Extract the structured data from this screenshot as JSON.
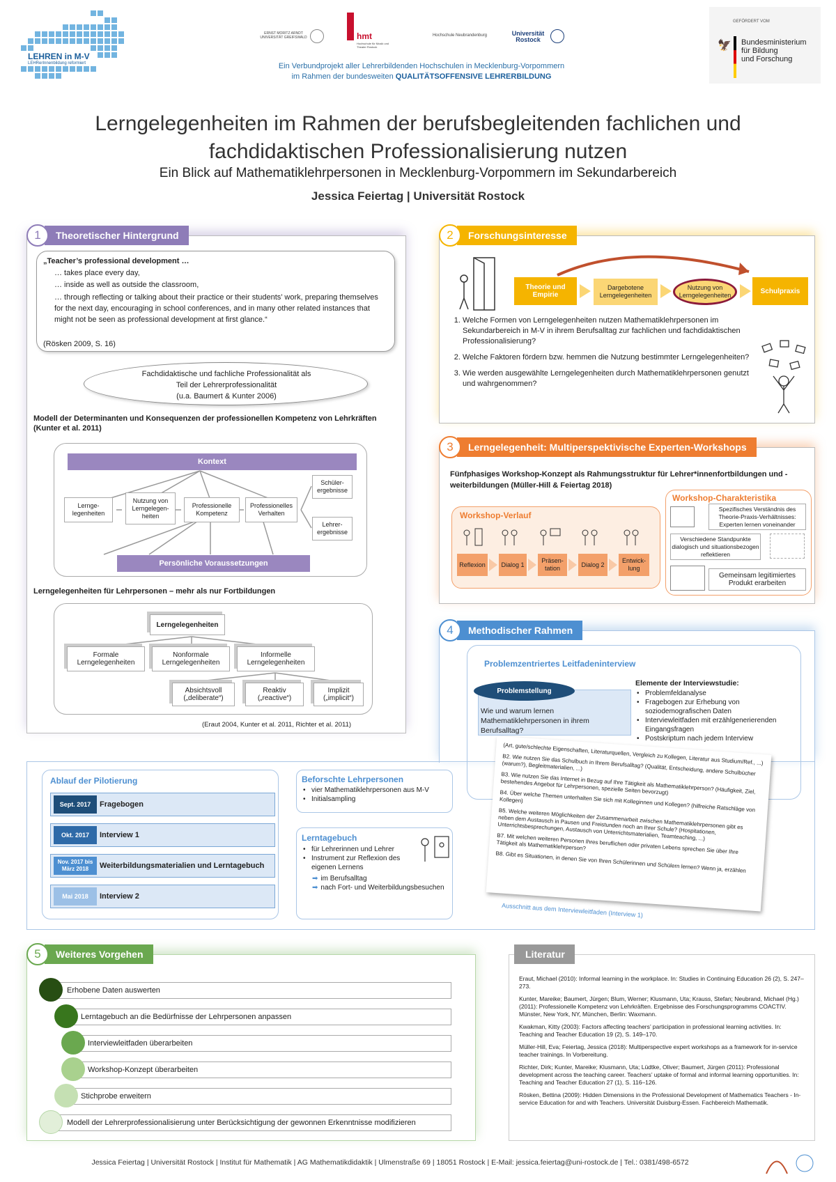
{
  "header": {
    "logo_text": "LEHREN in M-V",
    "logo_sub": "LEHRerInnenbildung reformiert",
    "partners": [
      "ERNST MORITZ ARNDT UNIVERSITÄT GREIFSWALD",
      "hmt",
      "Hochschule für Musik und Theater Rostock",
      "Hochschule Neubrandenburg",
      "Universität Rostock"
    ],
    "verbund_line1": "Ein Verbundprojekt aller Lehrerbildenden Hochschulen in Mecklenburg-Vorpommern",
    "verbund_line2_prefix": "im Rahmen der bundesweiten ",
    "verbund_line2_bold": "QUALITÄTSOFFENSIVE LEHRERBILDUNG",
    "funder_label": "GEFÖRDERT VOM",
    "funder_line1": "Bundesministerium",
    "funder_line2": "für Bildung",
    "funder_line3": "und Forschung"
  },
  "title_line1": "Lerngelegenheiten im Rahmen der berufsbegleitenden fachlichen und",
  "title_line2": "fachdidaktischen Professionalisierung nutzen",
  "subtitle": "Ein Blick auf Mathematiklehrpersonen in Mecklenburg-Vorpommern im Sekundarbereich",
  "author": "Jessica Feiertag | Universität Rostock",
  "s1": {
    "num": "1",
    "title": "Theoretischer Hintergrund",
    "quote_head": "„Teacher’s professional development …",
    "quote_l1": "… takes place every day,",
    "quote_l2": "… inside as well as outside the classroom,",
    "quote_l3": "… through reflecting or talking about their practice or their students’ work, preparing themselves for the next day, encouraging in school conferences, and in many other related instances that  might not be seen as professional development at first glance.“",
    "quote_src": "(Rösken 2009, S. 16)",
    "bubble_l1": "Fachdidaktische und fachliche Professionalität als",
    "bubble_l2": "Teil der Lehrerprofessionalität",
    "bubble_l3": "(u.a. Baumert & Kunter 2006)",
    "model_heading": "Modell der Determinanten und Konsequenzen der professionellen Kompetenz von Lehrkräften (Kunter et al. 2011)",
    "kontext": "Kontext",
    "voraussetzungen": "Persönliche Voraussetzungen",
    "m_lerngel": "Lernge-legenheiten",
    "m_nutzung": "Nutzung von Lerngelegen-heiten",
    "m_kompetenz": "Professionelle Kompetenz",
    "m_verhalten": "Professionelles Verhalten",
    "m_schueler": "Schüler-ergebnisse",
    "m_lehrer": "Lehrer-ergebnisse",
    "lg_heading": "Lerngelegenheiten für Lehrpersonen – mehr als nur Fortbildungen",
    "lg_root": "Lerngelegenheiten",
    "lg_formal": "Formale Lerngelegenheiten",
    "lg_nonformal": "Nonformale Lerngelegenheiten",
    "lg_informal": "Informelle Lerngelegenheiten",
    "lg_absicht": "Absichtsvoll („deliberate“)",
    "lg_reaktiv": "Reaktiv („reactive“)",
    "lg_implizit": "Implizit („implicit“)",
    "lg_src": "(Eraut 2004, Kunter et al. 2011, Richter et al. 2011)"
  },
  "s2": {
    "num": "2",
    "title": "Forschungsinteresse",
    "flow": [
      "Theorie und Empirie",
      "Dargebotene Lerngelegenheiten",
      "Nutzung von Lerngelegenheiten",
      "Schulpraxis"
    ],
    "q1": "Welche Formen von Lerngelegenheiten nutzen Mathematiklehrpersonen im Sekundarbereich in M-V in ihrem Berufsalltag zur fachlichen und fachdidaktischen Professionalisierung?",
    "q2": "Welche Faktoren fördern bzw. hemmen die Nutzung bestimmter Lerngelegenheiten?",
    "q3": "Wie werden ausgewählte Lerngelegenheiten durch Mathematiklehrpersonen genutzt und wahrgenommen?"
  },
  "s3": {
    "num": "3",
    "title": "Lerngelegenheit: Multiperspektivische Experten-Workshops",
    "heading": "Fünfphasiges Workshop-Konzept als Rahmungsstruktur für Lehrer*innenfortbildungen und -weiterbildungen (Müller-Hill & Feiertag 2018)",
    "verlauf": "Workshop-Verlauf",
    "steps": [
      "Reflexion",
      "Dialog 1",
      "Präsen-tation",
      "Dialog 2",
      "Entwick-lung"
    ],
    "charakteristika": "Workshop-Charakteristika",
    "c1": "Spezifisches Verständnis des Theorie-Praxis-Verhältnisses: Experten lernen voneinander",
    "c2": "Verschiedene Standpunkte dialogisch und situationsbezogen reflektieren",
    "c3": "Gemeinsam legitimiertes Produkt erarbeiten"
  },
  "s4": {
    "num": "4",
    "title": "Methodischer Rahmen",
    "interview": "Problemzentriertes Leitfadeninterview",
    "problem": "Problemstellung",
    "problem_text": "Wie und warum lernen Mathematiklehrpersonen in ihrem Berufsalltag?",
    "elemente": "Elemente der Interviewstudie:",
    "el": [
      "Problemfeldanalyse",
      "Fragebogen zur Erhebung von soziodemografischen Daten",
      "Interviewleitfaden mit erzählgenerierenden Eingangsfragen",
      "Postskriptum nach jedem Interview"
    ],
    "ablauf": "Ablauf der Pilotierung",
    "timeline": [
      {
        "date": "Sept. 2017",
        "label": "Fragebogen"
      },
      {
        "date": "Okt. 2017",
        "label": "Interview 1"
      },
      {
        "date": "Nov. 2017 bis März 2018",
        "label": "Weiterbildungsmaterialien und Lerntagebuch"
      },
      {
        "date": "Mai 2018",
        "label": "Interview 2"
      }
    ],
    "beforscht": "Beforschte Lehrpersonen",
    "b_el": [
      "vier Mathematiklehrpersonen aus M-V",
      "Initialsampling"
    ],
    "tagebuch": "Lerntagebuch",
    "t_el": [
      "für Lehrerinnen und Lehrer",
      "Instrument zur Reflexion des eigenen Lernens"
    ],
    "t_sub": [
      "im Berufsalltag",
      "nach Fort- und Weiterbildungsbesuchen"
    ],
    "excerpt_lines": [
      "(Art, gute/schlechte Eigenschaften, Literaturquellen, Vergleich zu Kollegen, Literatur aus Studium/Ref., ...)",
      "B2. Wie nutzen Sie das Schulbuch in Ihrem Berufsalltag? (Qualität, Entscheidung, andere Schulbücher (warum?), Begleitmaterialien, ...)",
      "B3. Wie nutzen Sie das Internet in Bezug auf Ihre Tätigkeit als Mathematiklehrperson? (Häufigkeit, Ziel, bestehendes Angebot für Lehrpersonen, spezielle Seiten bevorzugt)",
      "B4. Über welche Themen unterhalten Sie sich mit Kolleginnen und Kollegen? (hilfreiche Ratschläge von Kollegen)",
      "B5. Welche weiteren Möglichkeiten der Zusammenarbeit zwischen Mathematiklehrpersonen gibt es neben dem Austausch in Pausen und Freistunden noch an Ihrer Schule? (Hospitationen, Unterrichtsbesprechungen, Austausch von Unterrichtsmaterialien, Teamteaching, ...)",
      "B7. Mit welchen weiteren Personen Ihres beruflichen oder privaten Lebens sprechen Sie über Ihre Tätigkeit als Mathematiklehrperson?",
      "B8. Gibt es Situationen, in denen Sie von Ihren Schülerinnen und Schülern lernen? Wenn ja, erzählen"
    ],
    "excerpt_caption": "Ausschnitt aus dem Interviewleitfaden (Interview 1)"
  },
  "s5": {
    "num": "5",
    "title": "Weiteres Vorgehen",
    "steps": [
      "Erhobene Daten auswerten",
      "Lerntagebuch an die Bedürfnisse der Lehrpersonen anpassen",
      "Interviewleitfaden überarbeiten",
      "Workshop-Konzept überarbeiten",
      "Stichprobe erweitern",
      "Modell der Lehrerprofessionalisierung unter Berücksichtigung der gewonnen Erkenntnisse modifizieren"
    ]
  },
  "lit": {
    "title": "Literatur",
    "refs": [
      "Eraut, Michael (2010): Informal learning in the workplace. In: Studies in Continuing Education 26 (2), S. 247–273.",
      "Kunter, Mareike; Baumert, Jürgen; Blum, Werner; Klusmann, Uta; Krauss, Stefan; Neubrand, Michael (Hg.) (2011): Professionelle Kompetenz von Lehrkräften. Ergebnisse des Forschungsprogramms COACTIV. Münster, New York, NY, München, Berlin: Waxmann.",
      "Kwakman, Kitty (2003): Factors affecting teachers’ participation in professional learning activities. In: Teaching and Teacher Education 19 (2), S. 149–170.",
      "Müller-Hill, Eva; Feiertag, Jessica (2018): Multiperspective expert workshops as a framework for in-service teacher trainings. In Vorbereitung.",
      "Richter, Dirk; Kunter, Mareike; Klusmann, Uta; Lüdtke, Oliver; Baumert, Jürgen (2011): Professional development across the teaching career. Teachers’ uptake of formal and informal learning opportunities. In: Teaching and Teacher Education 27 (1), S. 116–126.",
      "Rösken, Bettina (2009): Hidden Dimensions in the Professional Development of Mathematics Teachers - In-service Education for and with Teachers. Universität Duisburg-Essen. Fachbereich Mathematik."
    ]
  },
  "footer": "Jessica Feiertag | Universität Rostock | Institut für Mathematik | AG Mathematikdidaktik | Ulmenstraße 69 | 18051 Rostock | E-Mail: jessica.feiertag@uni-rostock.de | Tel.: 0381/498-6572",
  "colors": {
    "purple": "#8e7cb8",
    "orange_yellow": "#f5b400",
    "orange": "#ee7d31",
    "blue": "#4d8fd1",
    "green": "#6aa84f",
    "gray": "#999999"
  }
}
